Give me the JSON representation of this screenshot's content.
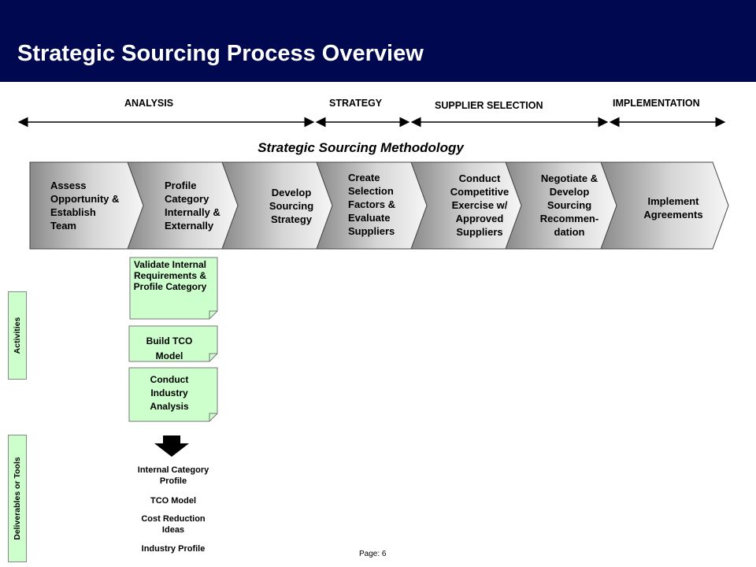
{
  "header": {
    "title": "Strategic Sourcing Process Overview",
    "background": "#00094f"
  },
  "phases": [
    {
      "label": "ANALYSIS"
    },
    {
      "label": "STRATEGY"
    },
    {
      "label": "SUPPLIER SELECTION"
    },
    {
      "label": "IMPLEMENTATION"
    }
  ],
  "methodology_title": "Strategic Sourcing Methodology",
  "steps": [
    {
      "label": "Assess Opportunity & Establish Team"
    },
    {
      "label": "Profile Category Internally & Externally"
    },
    {
      "label": "Develop Sourcing Strategy"
    },
    {
      "label": "Create Selection Factors & Evaluate Suppliers"
    },
    {
      "label": "Conduct Competitive Exercise w/ Approved Suppliers"
    },
    {
      "label": "Negotiate & Develop Sourcing Recommen- dation"
    },
    {
      "label": "Implement Agreements"
    }
  ],
  "activities": [
    {
      "label": "Validate Internal Requirements & Profile Category"
    },
    {
      "label": "Build TCO Model"
    },
    {
      "label": "Conduct Industry Analysis"
    }
  ],
  "activity_color": "#ccffcc",
  "side_labels": {
    "activities": "Activities",
    "deliverables": "Deliverables or Tools"
  },
  "deliverables": [
    {
      "label": "Internal Category Profile"
    },
    {
      "label": "TCO Model"
    },
    {
      "label": "Cost Reduction Ideas"
    },
    {
      "label": "Industry Profile"
    }
  ],
  "footer": {
    "page": "Page: 6"
  }
}
